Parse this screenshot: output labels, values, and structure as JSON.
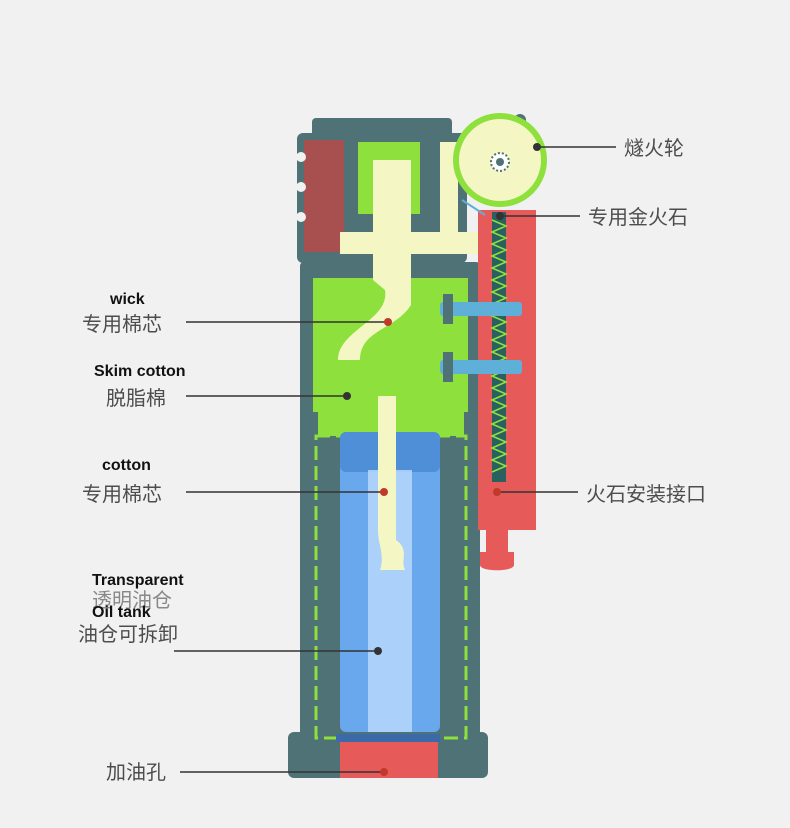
{
  "diagram": {
    "parts": {
      "flint_wheel": "燧火轮",
      "flint": "专用金火石",
      "flint_interface": "火石安装接口",
      "wick": {
        "en": "wick",
        "cn": "专用棉芯"
      },
      "skim_cotton": {
        "en": "Skim cotton",
        "cn": "脱脂棉"
      },
      "cotton": {
        "en": "cotton",
        "cn": "专用棉芯"
      },
      "oil_tank": {
        "en_1": "Transparent",
        "en_2": "Oil tank",
        "cn_1": "透明油仓",
        "cn_2": "油仓可拆卸"
      },
      "fill_hole": "加油孔"
    },
    "colors": {
      "shell": "#4f7276",
      "green": "#8ee03c",
      "wick": "#f4f7c4",
      "red": "#e65a5a",
      "cap_red": "#a85050",
      "blue": "#6aa8ee",
      "leader": "#333333"
    }
  }
}
